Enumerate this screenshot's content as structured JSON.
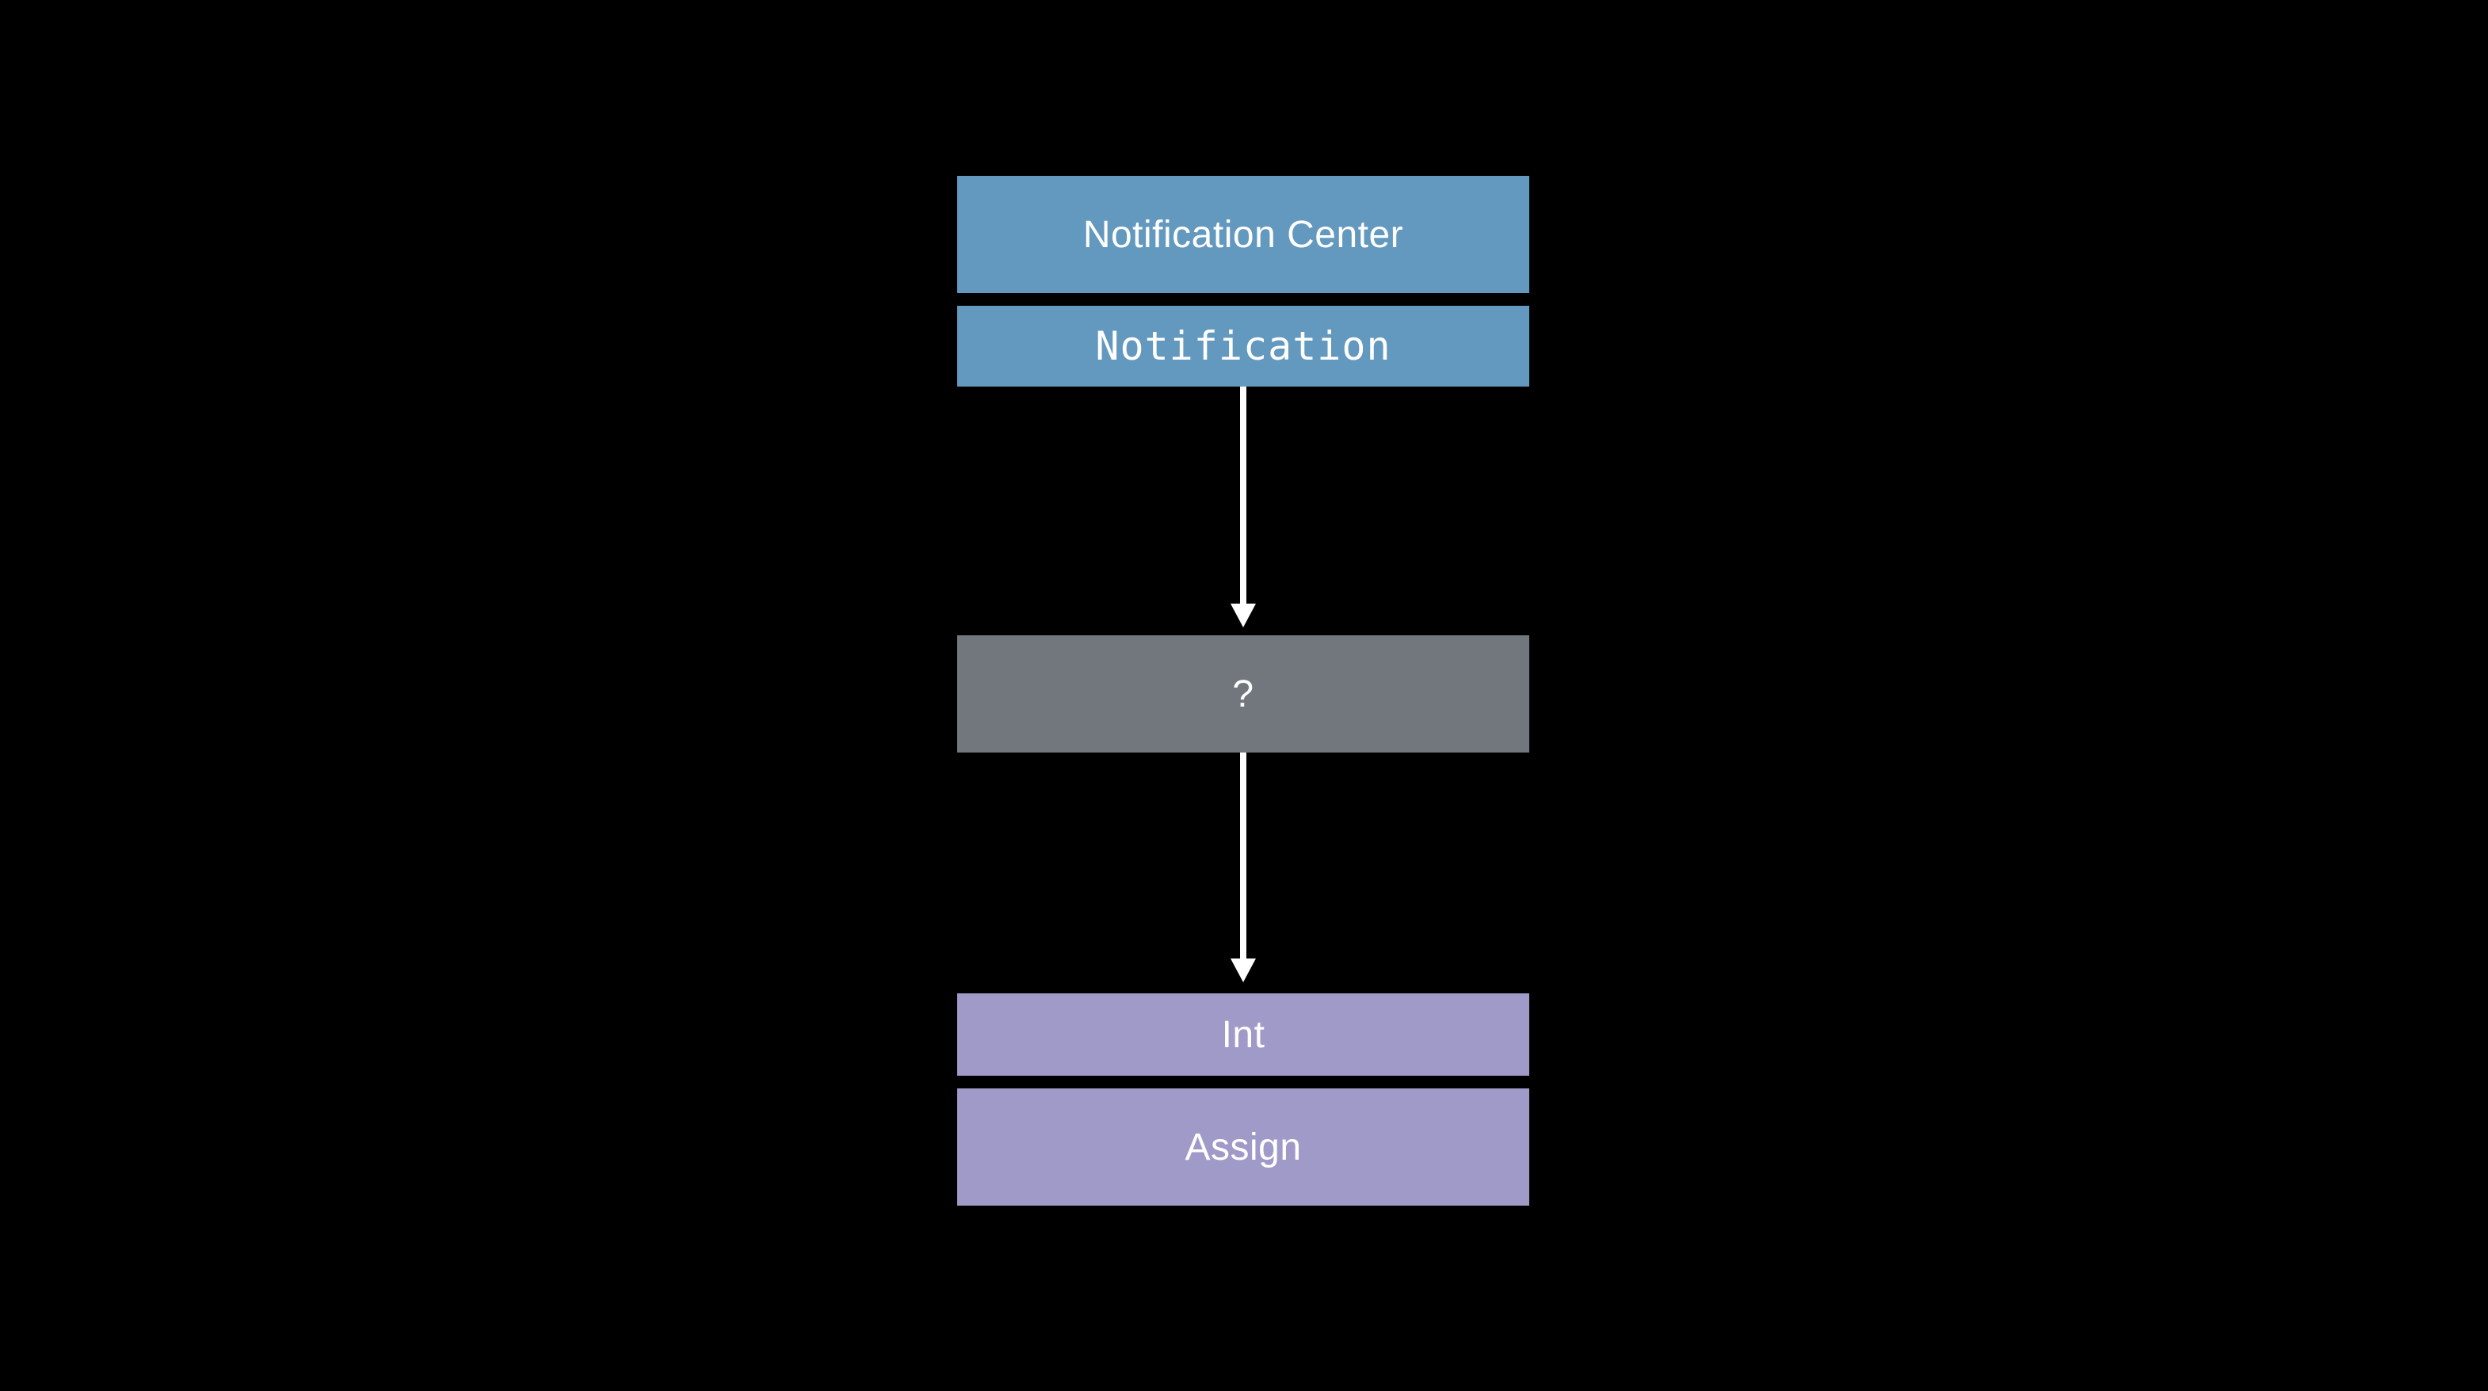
{
  "colors": {
    "background": "#000000",
    "publisher": "#6398bf",
    "unknown": "#72777e",
    "subscriber": "#a09ac9",
    "arrow": "#ffffff",
    "text": "#ffffff"
  },
  "diagram": {
    "nodes": [
      {
        "id": "notification-center",
        "label": "Notification Center",
        "group": "publisher"
      },
      {
        "id": "notification",
        "label": "Notification",
        "group": "publisher"
      },
      {
        "id": "unknown",
        "label": "?",
        "group": "unknown"
      },
      {
        "id": "int",
        "label": "Int",
        "group": "subscriber"
      },
      {
        "id": "assign",
        "label": "Assign",
        "group": "subscriber"
      }
    ],
    "edges": [
      {
        "from": "notification",
        "to": "unknown"
      },
      {
        "from": "unknown",
        "to": "int"
      }
    ]
  }
}
